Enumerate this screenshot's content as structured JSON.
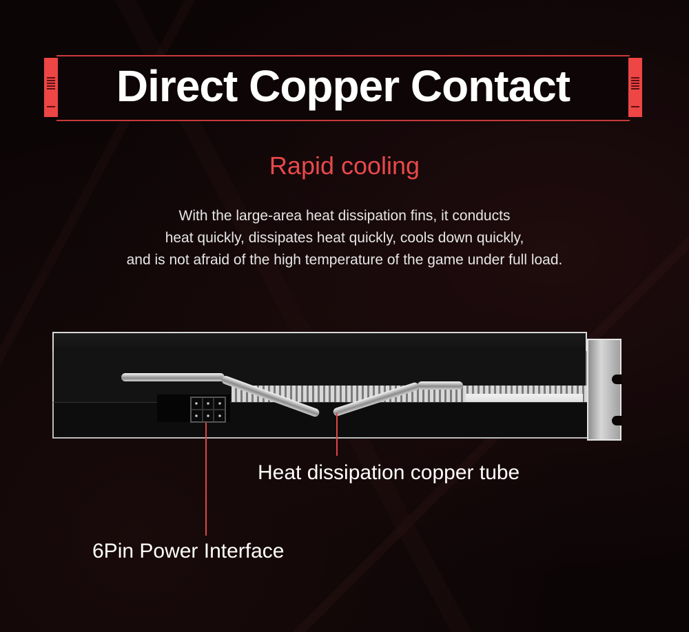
{
  "banner": {
    "title": "Direct Copper Contact",
    "accent_color": "#ee4545",
    "frame_color": "#c83a3a"
  },
  "subtitle": {
    "text": "Rapid cooling",
    "color": "#e8494a"
  },
  "description": {
    "lines": [
      "With the large-area heat dissipation fins, it conducts",
      "heat quickly, dissipates heat quickly, cools down quickly,",
      "and is not afraid of the high temperature of the game under full load."
    ]
  },
  "product_image": {
    "subject": "graphics-card-side-view",
    "callout_color": "#e24545"
  },
  "callouts": [
    {
      "label": "Heat dissipation copper tube"
    },
    {
      "label": "6Pin Power Interface"
    }
  ]
}
